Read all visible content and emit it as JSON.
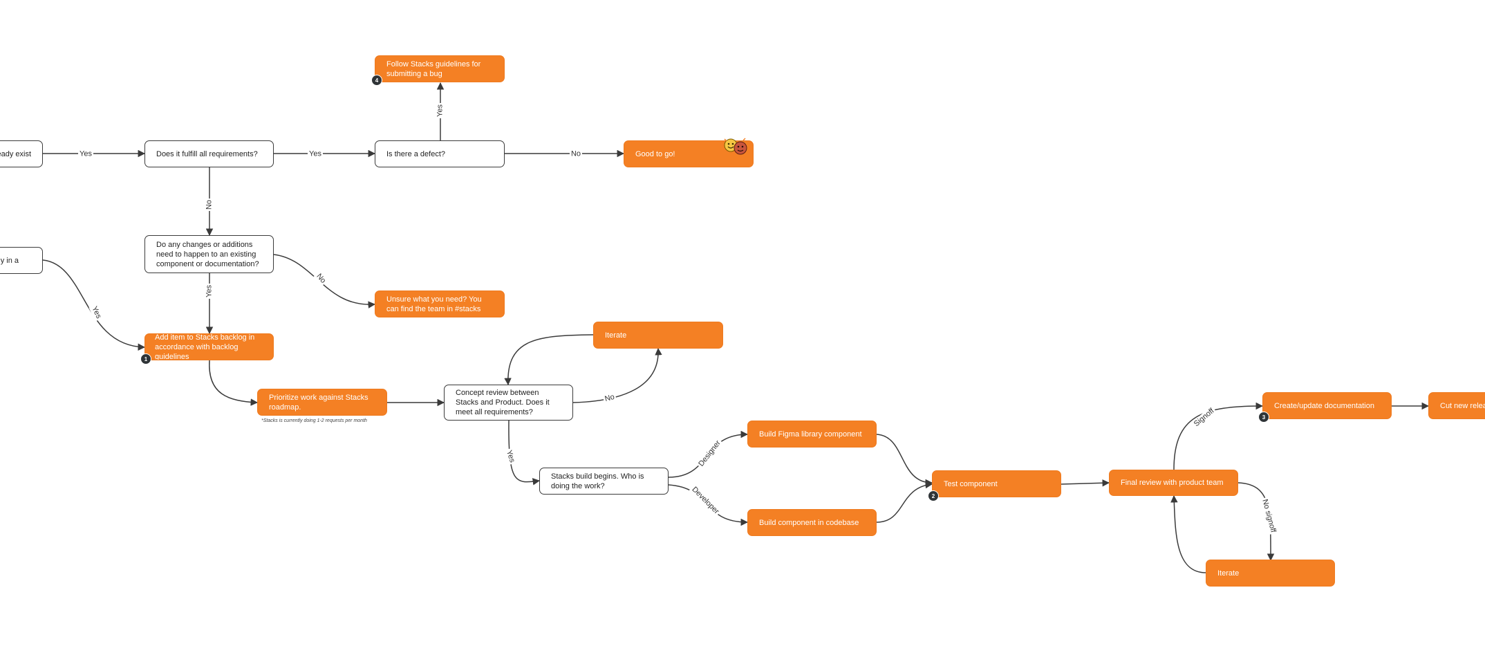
{
  "colors": {
    "accent": "#f48024",
    "stroke": "#3a3a3a",
    "badge": "#2f3437"
  },
  "nodes": {
    "exist_partial": "eady exist",
    "fulfill": "Does it fulfill all requirements?",
    "defect": "Is there a defect?",
    "guidelines_bug": "Follow Stacks guidelines for submitting a bug",
    "good": "Good to go!",
    "system_partial": "dy in a",
    "changes": "Do any changes or additions need to happen to an existing component or documentation?",
    "unsure": "Unsure what you need? You can find the team in #stacks",
    "backlog": "Add item to Stacks backlog in accordance with backlog guidelines",
    "prioritize": "Prioritize work against Stacks roadmap.",
    "iterate1": "Iterate",
    "concept": "Concept review between Stacks and Product. Does it meet all requirements?",
    "build_begins": "Stacks build begins. Who is doing the work?",
    "figma": "Build Figma library component",
    "codebase": "Build component in codebase",
    "test": "Test component",
    "final": "Final review with product team",
    "iterate2": "Iterate",
    "docs": "Create/update documentation",
    "release_partial": "Cut new releas"
  },
  "note": "*Stacks is currently doing 1-2 requests per month",
  "badges": {
    "b1": "1",
    "b2": "2",
    "b3": "3",
    "b4": "4"
  },
  "labels": {
    "yes_exist": "Yes",
    "yes_fulfill": "Yes",
    "yes_defect": "Yes",
    "no_defect": "No",
    "no_fulfill": "No",
    "yes_changes": "Yes",
    "no_changes": "No",
    "yes_system": "Yes",
    "no_concept": "No",
    "yes_concept": "Yes",
    "designer": "Designer",
    "developer": "Developer",
    "signoff": "Signoff",
    "no_signoff": "No signoff"
  },
  "icons": {
    "sticker": "celebration-sticker-icon"
  }
}
